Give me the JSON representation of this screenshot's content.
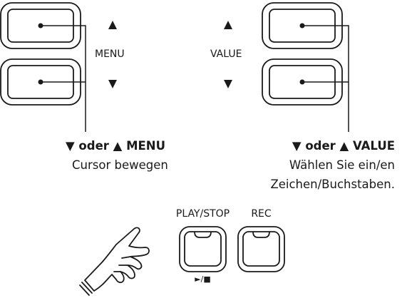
{
  "menu": {
    "label": "MENU",
    "up_icon": "triangle-up-icon",
    "down_icon": "triangle-down-icon",
    "caption_title": "▼ oder ▲ MENU",
    "caption_desc": "Cursor bewegen"
  },
  "value": {
    "label": "VALUE",
    "up_icon": "triangle-up-icon",
    "down_icon": "triangle-down-icon",
    "caption_title": "▼ oder ▲ VALUE",
    "caption_line1": "Wählen Sie ein/en",
    "caption_line2": "Zeichen/Buchstaben."
  },
  "rec": {
    "label": "REC",
    "hand_icon": "pointing-hand-icon"
  },
  "playstop": {
    "label": "PLAY/STOP",
    "symbol": "►/■"
  }
}
